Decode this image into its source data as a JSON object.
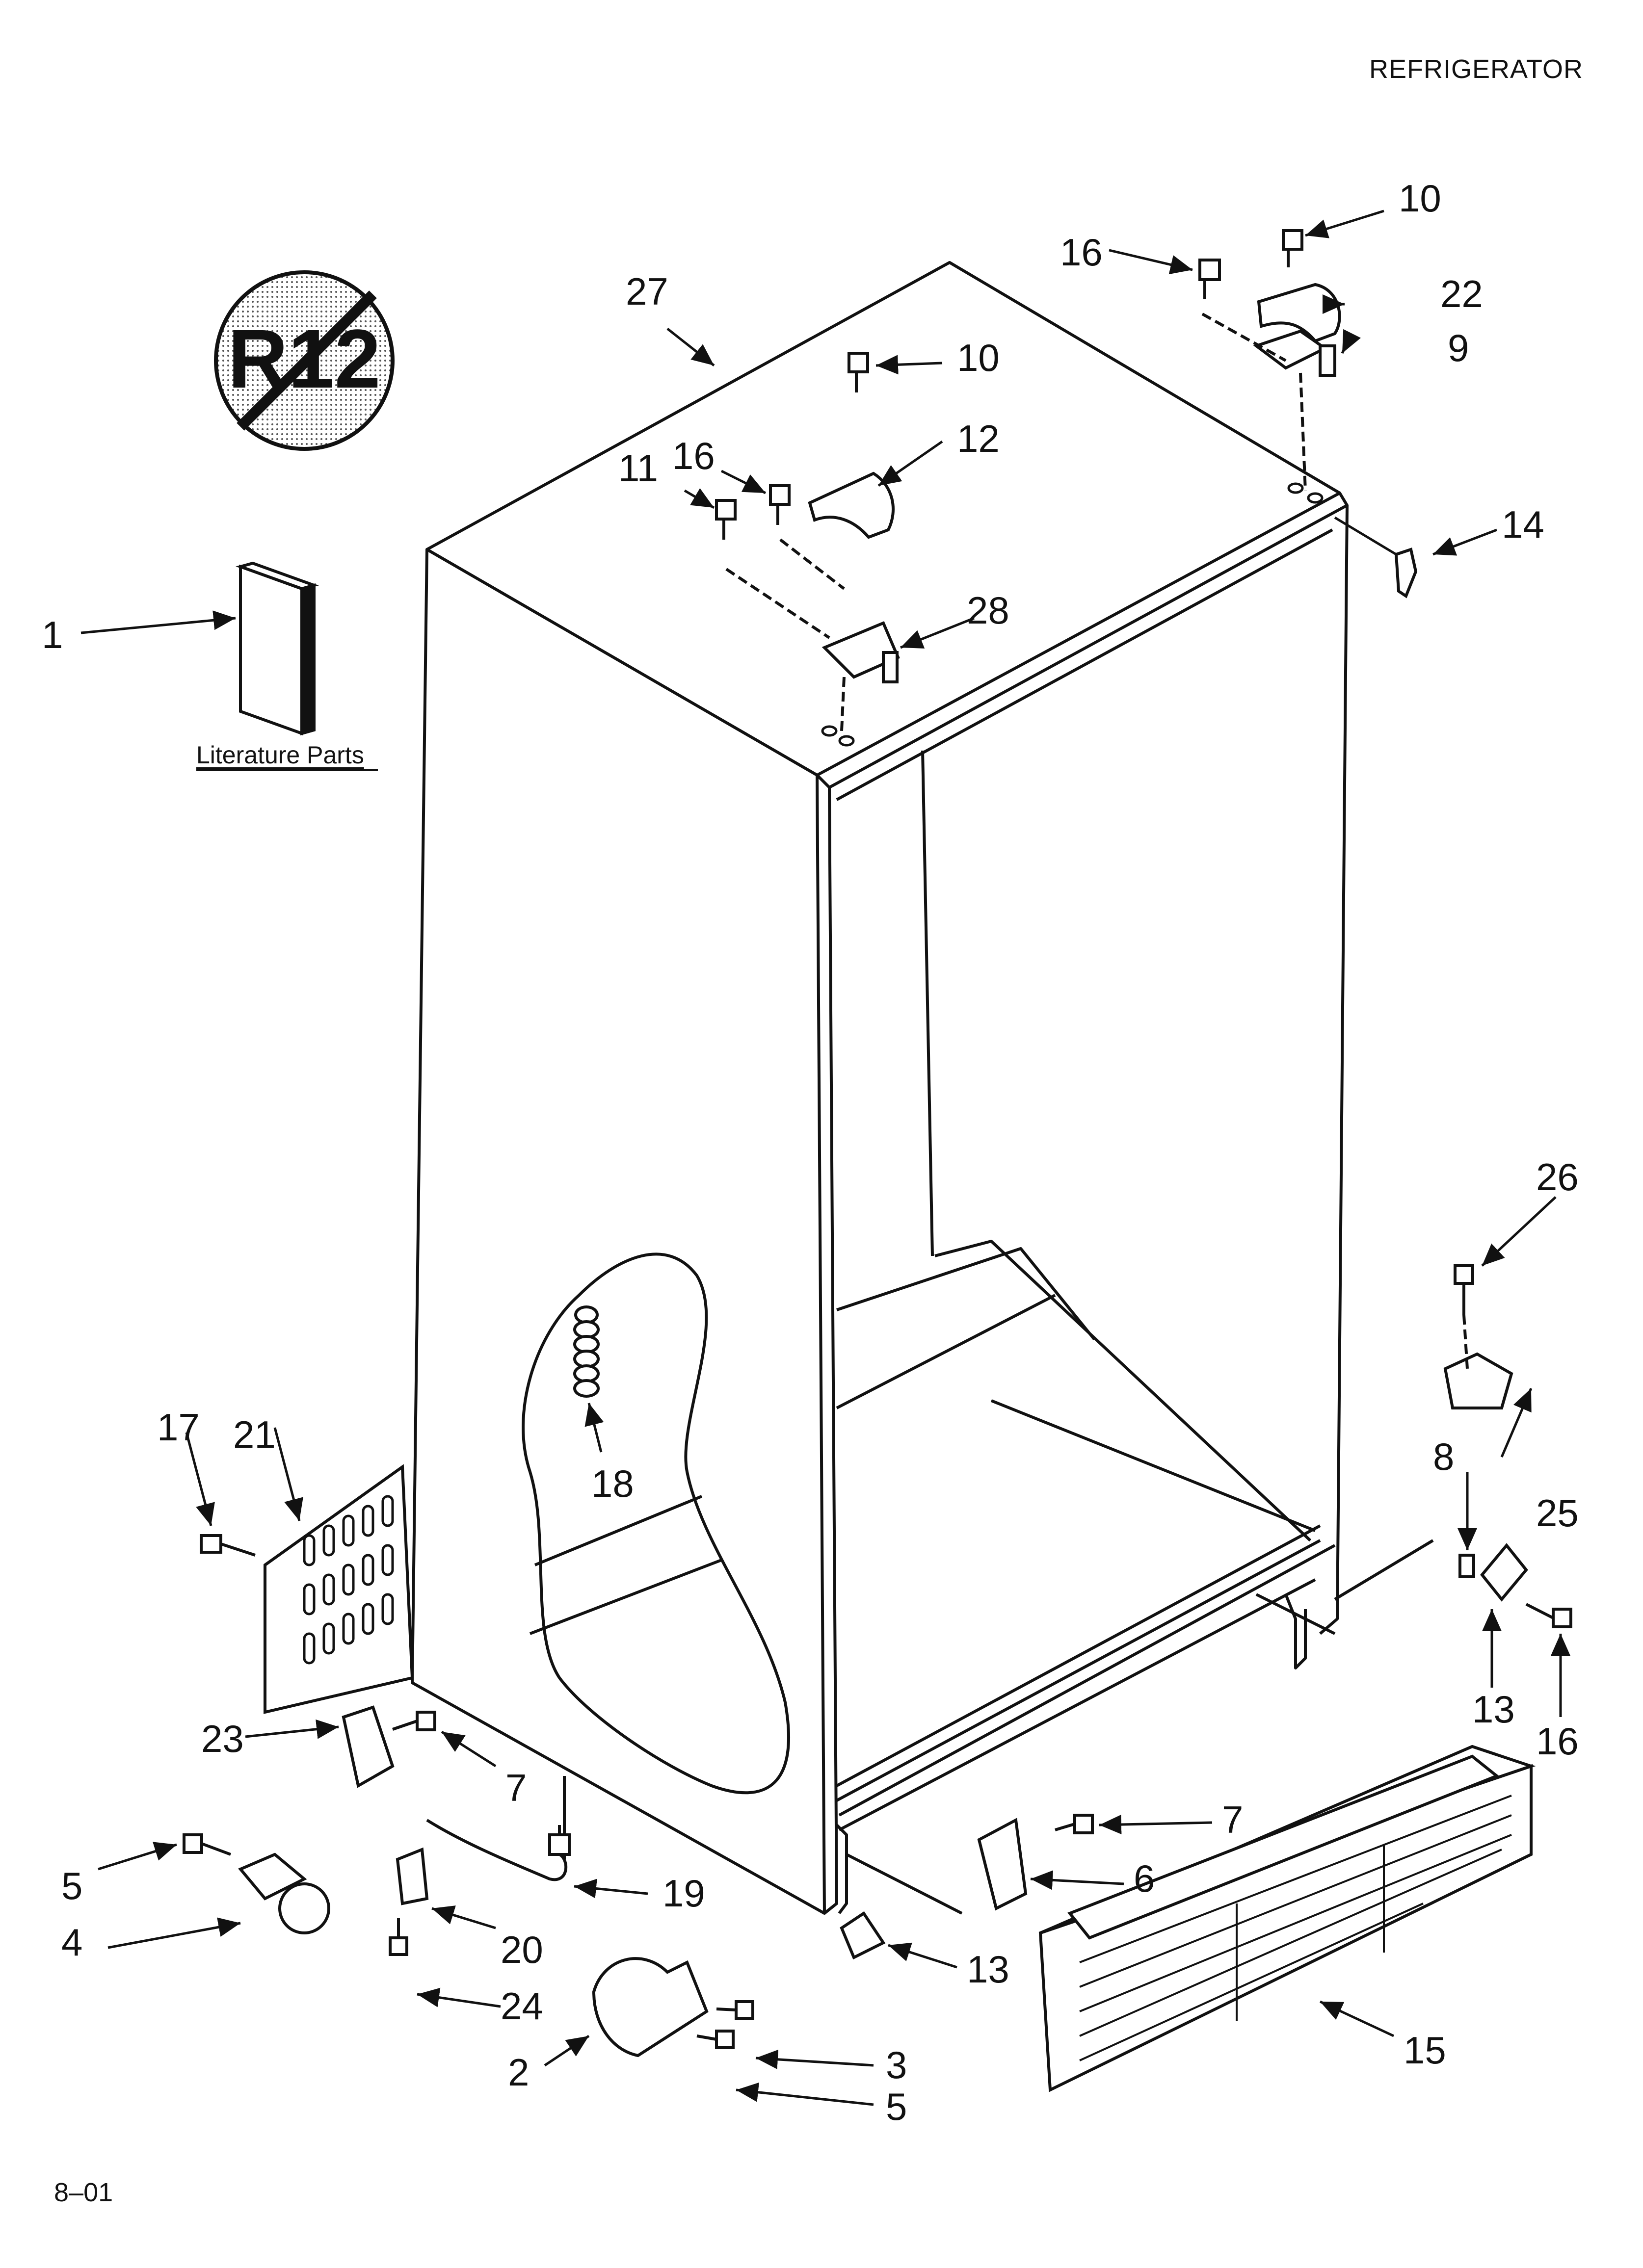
{
  "header": {
    "title": "REFRIGERATOR"
  },
  "footer": {
    "code": "8–01"
  },
  "literature": {
    "label": "Literature Parts"
  },
  "badge": {
    "text": "R12"
  },
  "callouts": [
    {
      "id": "c1",
      "label": "1"
    },
    {
      "id": "c2",
      "label": "2"
    },
    {
      "id": "c3",
      "label": "3"
    },
    {
      "id": "c4",
      "label": "4"
    },
    {
      "id": "c5a",
      "label": "5"
    },
    {
      "id": "c5b",
      "label": "5"
    },
    {
      "id": "c6",
      "label": "6"
    },
    {
      "id": "c7a",
      "label": "7"
    },
    {
      "id": "c7b",
      "label": "7"
    },
    {
      "id": "c8",
      "label": "8"
    },
    {
      "id": "c9",
      "label": "9"
    },
    {
      "id": "c10a",
      "label": "10"
    },
    {
      "id": "c10b",
      "label": "10"
    },
    {
      "id": "c11",
      "label": "11"
    },
    {
      "id": "c12",
      "label": "12"
    },
    {
      "id": "c13a",
      "label": "13"
    },
    {
      "id": "c13b",
      "label": "13"
    },
    {
      "id": "c14",
      "label": "14"
    },
    {
      "id": "c15",
      "label": "15"
    },
    {
      "id": "c16a",
      "label": "16"
    },
    {
      "id": "c16b",
      "label": "16"
    },
    {
      "id": "c16c",
      "label": "16"
    },
    {
      "id": "c17",
      "label": "17"
    },
    {
      "id": "c18",
      "label": "18"
    },
    {
      "id": "c19",
      "label": "19"
    },
    {
      "id": "c20",
      "label": "20"
    },
    {
      "id": "c21",
      "label": "21"
    },
    {
      "id": "c22",
      "label": "22"
    },
    {
      "id": "c23",
      "label": "23"
    },
    {
      "id": "c24",
      "label": "24"
    },
    {
      "id": "c25",
      "label": "25"
    },
    {
      "id": "c26",
      "label": "26"
    },
    {
      "id": "c27",
      "label": "27"
    },
    {
      "id": "c28",
      "label": "28"
    }
  ]
}
